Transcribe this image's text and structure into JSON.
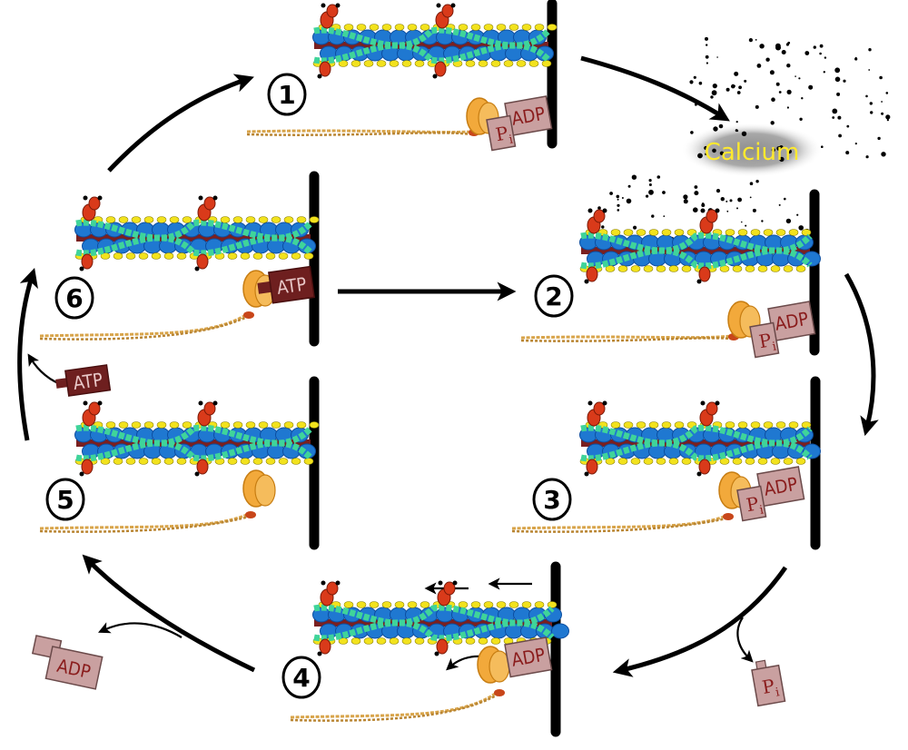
{
  "steps": [
    "1",
    "2",
    "3",
    "4",
    "5",
    "6"
  ],
  "labels": {
    "adp": "ADP",
    "atp": "ATP",
    "pi_main": "P",
    "pi_sub": "i",
    "calcium": "Calcium"
  },
  "colors": {
    "actin_bead": "#1f78d1",
    "actin_bead_dark": "#0d4ea0",
    "tropomyosin": "#3fd49a",
    "troponin_yellow": "#f2e21d",
    "troponin_red": "#d93a1a",
    "core_rod": "#7a2020",
    "myosin_head": "#f2a93b",
    "myosin_head_dark": "#c77d12",
    "myosin_tail": "#d8a44a",
    "adp_box": "#c9a0a0",
    "atp_box": "#6e1f1f",
    "calcium_cloud": "#9a9a9a",
    "calcium_text": "#ffea2e",
    "arrow": "#000000"
  }
}
